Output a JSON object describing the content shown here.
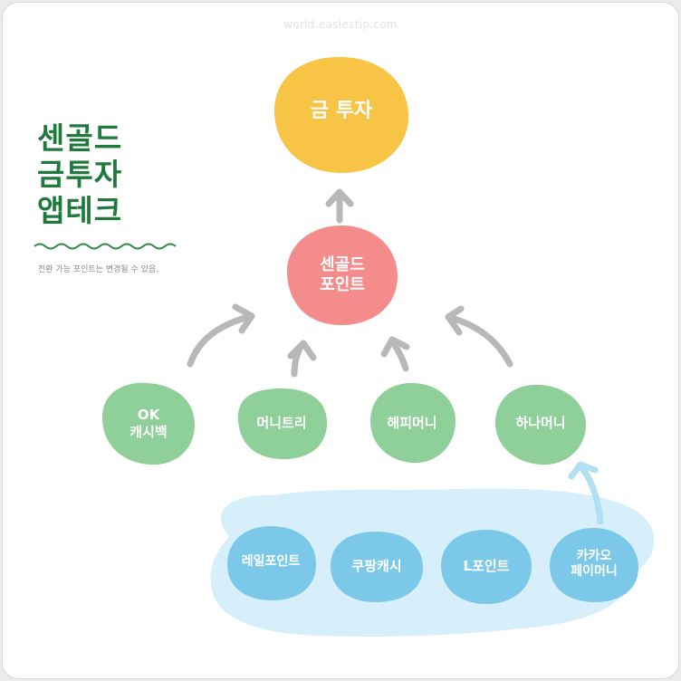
{
  "watermark": "world.easiestip.com",
  "title": [
    "센골드",
    "금투자",
    "앱테크"
  ],
  "subtitle": "전환 가능 포인트는 변경될 수 있음.",
  "colors": {
    "title": "#1f7a3c",
    "gold": "#f8c445",
    "pink": "#f48c8c",
    "green": "#8fcf99",
    "blue": "#7cc8e8",
    "cloud": "#d7effa",
    "arrow_gray": "#b8b8b8",
    "arrow_blue": "#b3dff3",
    "wave": "#2f8a45"
  },
  "nodes": {
    "gold": "금 투자",
    "sengold": "센골드\n포인트",
    "ok": "OK\n캐시백",
    "money_tree": "머니트리",
    "happy_money": "해피머니",
    "hana_money": "하나머니",
    "rail_point": "레일포인트",
    "coupang_cash": "쿠팡캐시",
    "l_point": "L포인트",
    "kakao_pay": "카카오\n페이머니"
  }
}
